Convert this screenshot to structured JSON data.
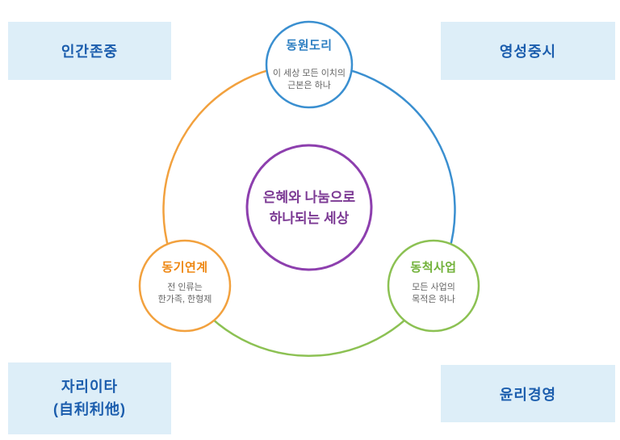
{
  "diagram": {
    "corners": {
      "top_left": "인간존중",
      "top_right": "영성중시",
      "bottom_left_line1": "자리이타",
      "bottom_left_line2": "(自利利他)",
      "bottom_right": "윤리경영"
    },
    "center": {
      "line1": "은혜와 나눔으로",
      "line2": "하나되는 세상"
    },
    "nodes": {
      "top": {
        "title": "동원도리",
        "sub1": "이 세상 모든 이치의",
        "sub2": "근본은 하나"
      },
      "left": {
        "title": "동기연계",
        "sub1": "전 인류는",
        "sub2": "한가족, 한형제"
      },
      "right": {
        "title": "동척사업",
        "sub1": "모든 사업의",
        "sub2": "목적은 하나"
      }
    },
    "colors": {
      "blue": "#3a8fd0",
      "orange": "#f2a13e",
      "green": "#8cc153",
      "purple": "#8d3fae",
      "corner_bg": "#ddeef8",
      "corner_text": "#1b5dad",
      "subtitle_text": "#666666"
    }
  }
}
